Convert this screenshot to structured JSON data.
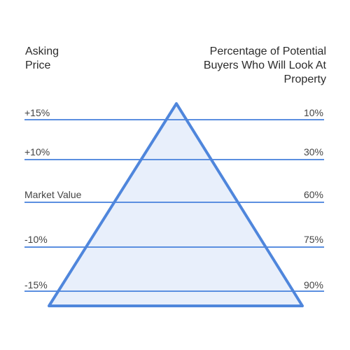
{
  "header": {
    "left_lines": [
      "Asking",
      "Price"
    ],
    "right_lines": [
      "Percentage of Potential",
      "Buyers Who Will Look At",
      "Property"
    ]
  },
  "rows": [
    {
      "price": "+15%",
      "buyers": "10%"
    },
    {
      "price": "+10%",
      "buyers": "30%"
    },
    {
      "price": "Market Value",
      "buyers": "60%"
    },
    {
      "price": "-10%",
      "buyers": "75%"
    },
    {
      "price": "-15%",
      "buyers": "90%"
    }
  ],
  "colors": {
    "line": "#5b8fe0",
    "fill": "#e8effb",
    "outline": "#4f86dc"
  }
}
